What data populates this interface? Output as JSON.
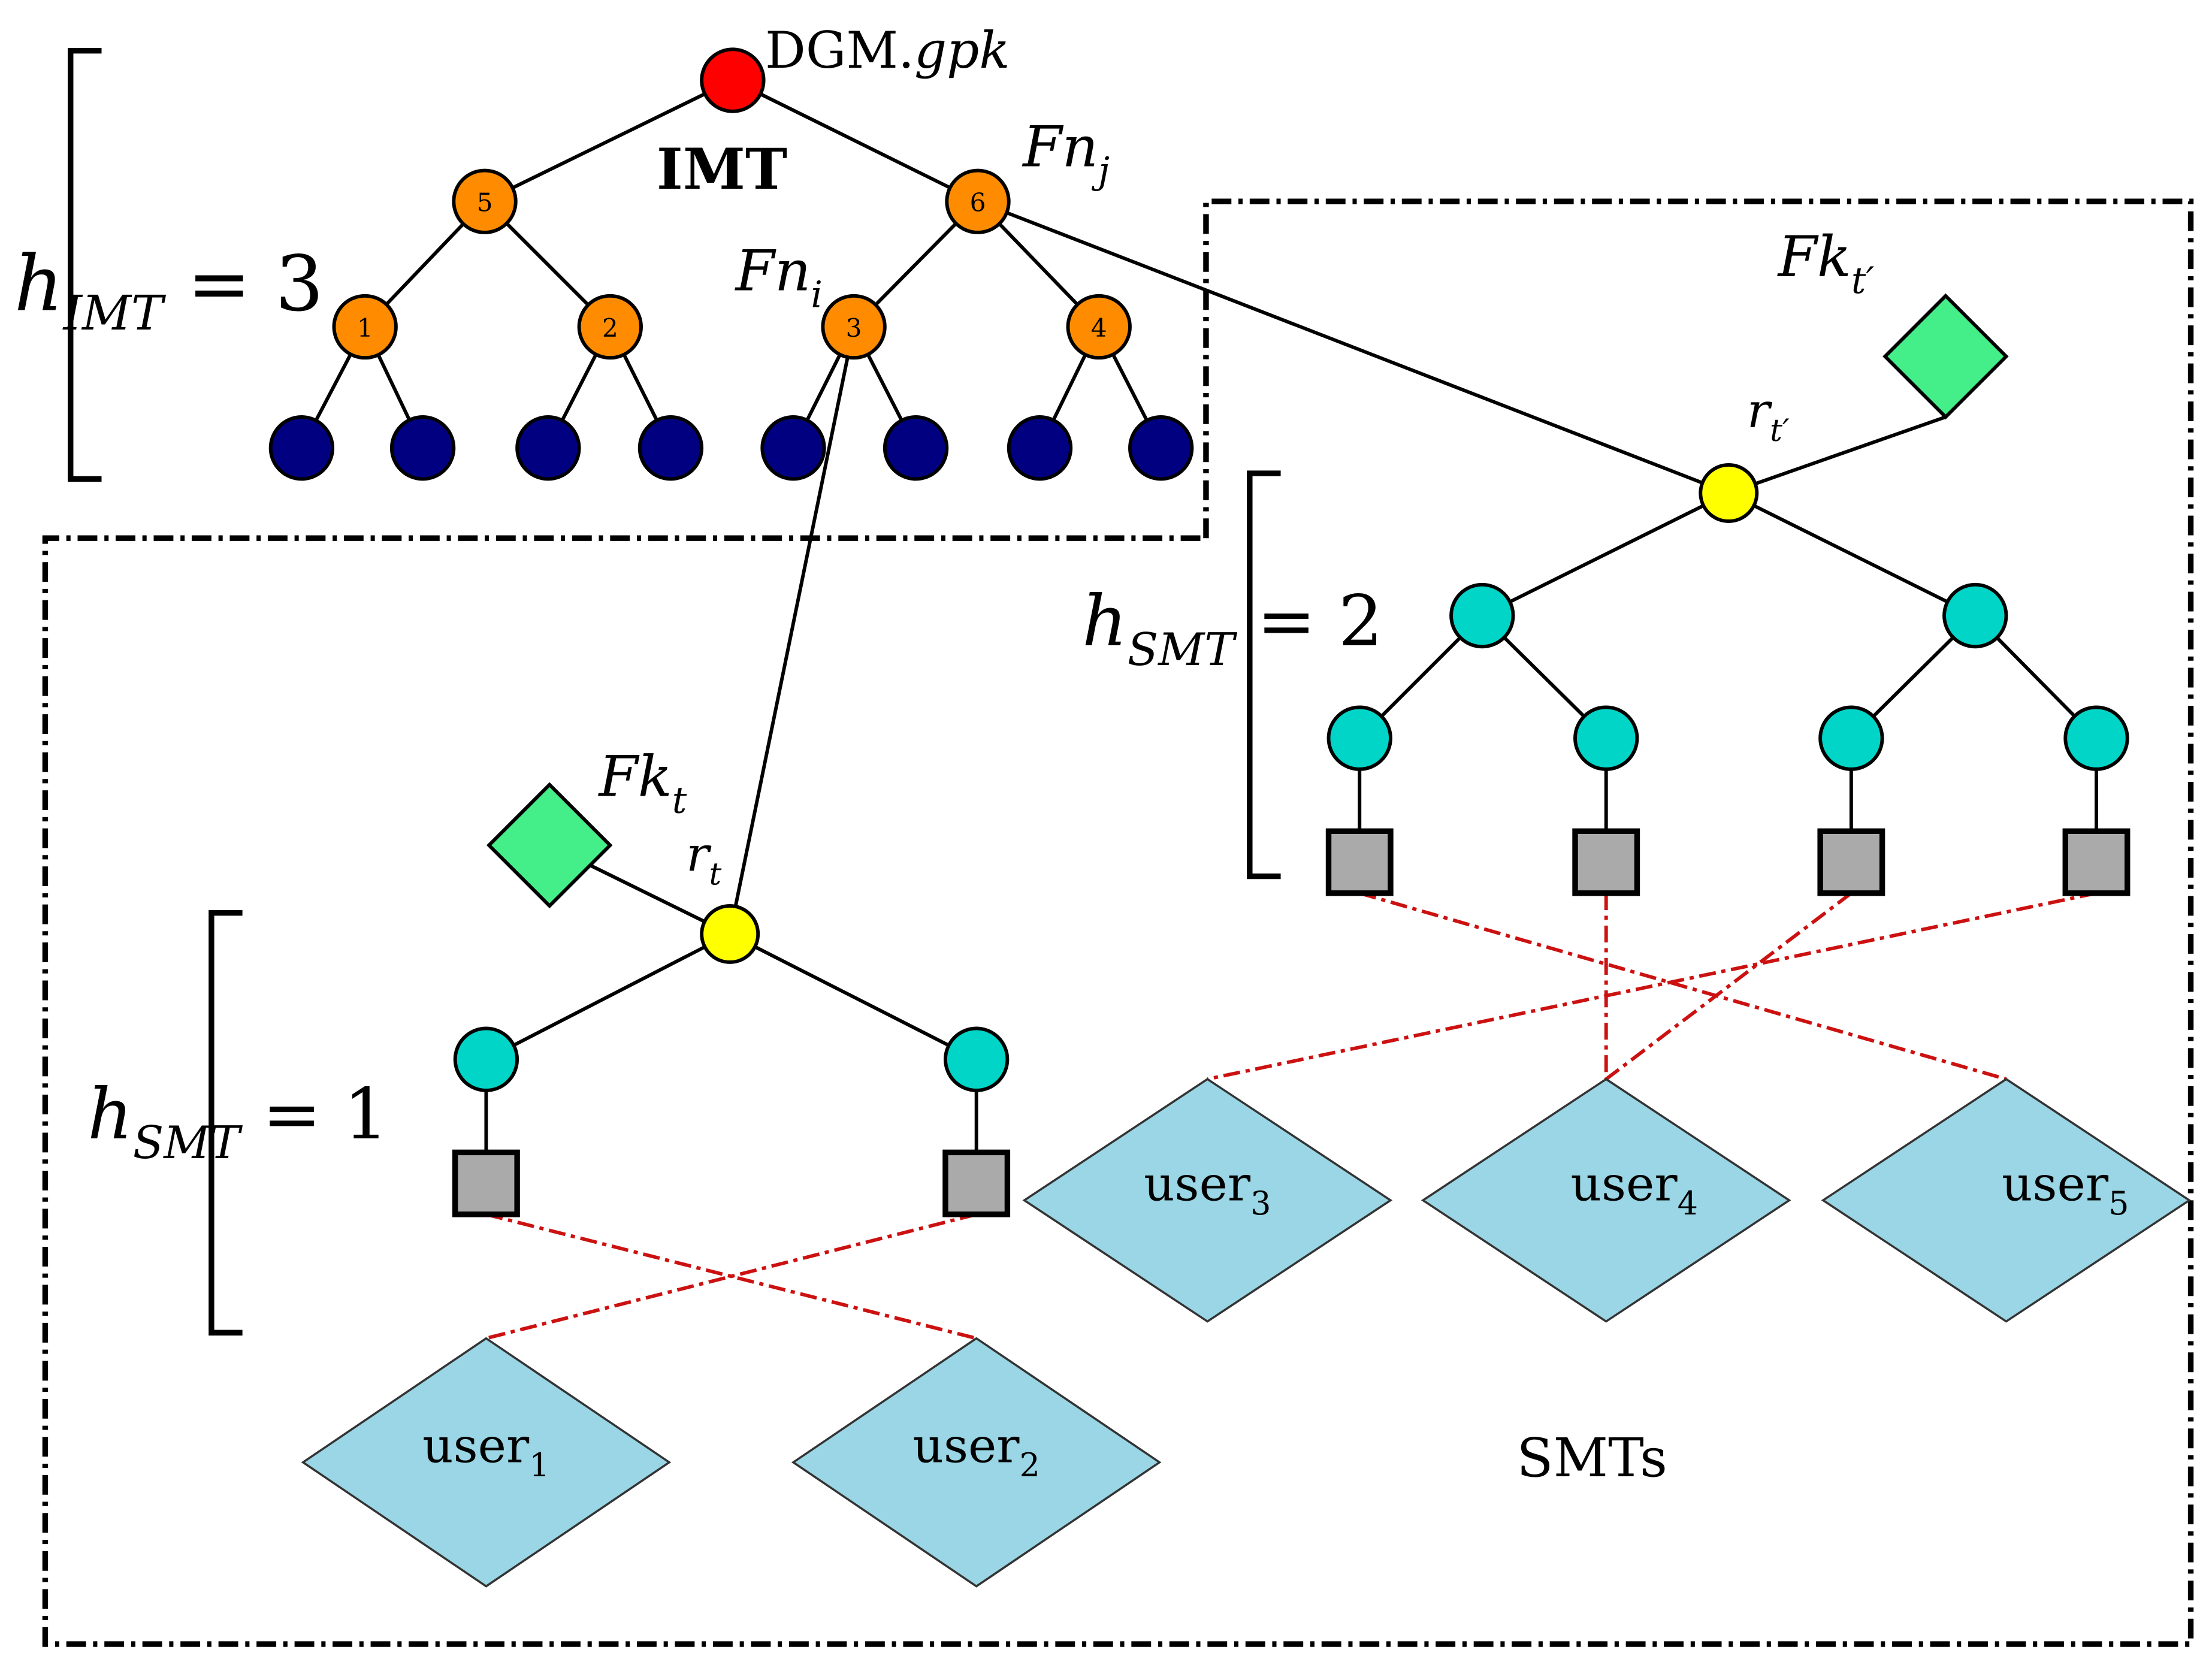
{
  "imt": {
    "root_label_main": "DGM.",
    "root_label_italic": "gpk",
    "title": "IMT",
    "node_numbers": [
      "5",
      "6",
      "1",
      "2",
      "3",
      "4"
    ],
    "fn_j": {
      "base": "Fn",
      "sub": "j"
    },
    "fn_i": {
      "base": "Fn",
      "sub": "i"
    },
    "height": {
      "base": "h",
      "sub": "IMT",
      "rest": " = 3"
    }
  },
  "smt_left": {
    "fk": {
      "base": "Fk",
      "sub": "t"
    },
    "root": {
      "base": "r",
      "sub": "t"
    },
    "height": {
      "base": "h",
      "sub": "SMT",
      "rest": " = 1"
    }
  },
  "smt_right": {
    "fk": {
      "base": "Fk",
      "sub": "t′"
    },
    "root": {
      "base": "r",
      "sub": "t′"
    },
    "height": {
      "base": "h",
      "sub": "SMT",
      "rest": " = 2"
    }
  },
  "users": [
    {
      "base": "user",
      "sub": "1"
    },
    {
      "base": "user",
      "sub": "2"
    },
    {
      "base": "user",
      "sub": "3"
    },
    {
      "base": "user",
      "sub": "4"
    },
    {
      "base": "user",
      "sub": "5"
    }
  ],
  "smts_label": "SMTs",
  "colors": {
    "imt_root": "#ff0000",
    "imt_internal": "#ff8c00",
    "imt_leaf": "#000080",
    "smt_root": "#ffff00",
    "smt_internal": "#00d5c8",
    "smt_leaf": "#aaaaaa",
    "fk": "#44ee88",
    "user": "#9ad6e5",
    "assignment_line": "#cc1111"
  }
}
